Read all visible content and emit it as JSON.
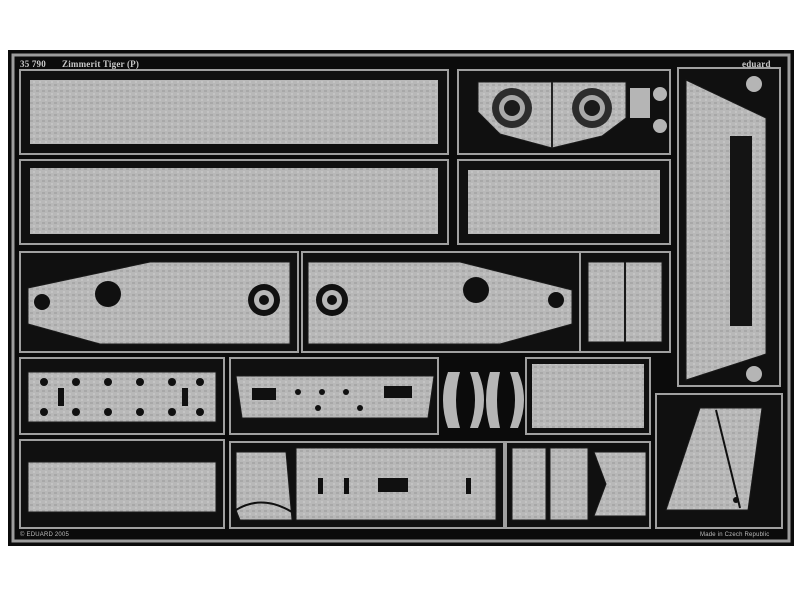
{
  "fret": {
    "part_number": "35 790",
    "title": "Zimmerit Tiger (P)",
    "brand": "eduard",
    "copyright": "© EDUARD 2005",
    "origin": "Made in Czech Republic"
  },
  "colors": {
    "background": "#ffffff",
    "fret_frame": "#0b0b0b",
    "metal": "#b7b7b7",
    "metal_texture": "#a9a9a9",
    "outline": "#1a1a1a"
  }
}
